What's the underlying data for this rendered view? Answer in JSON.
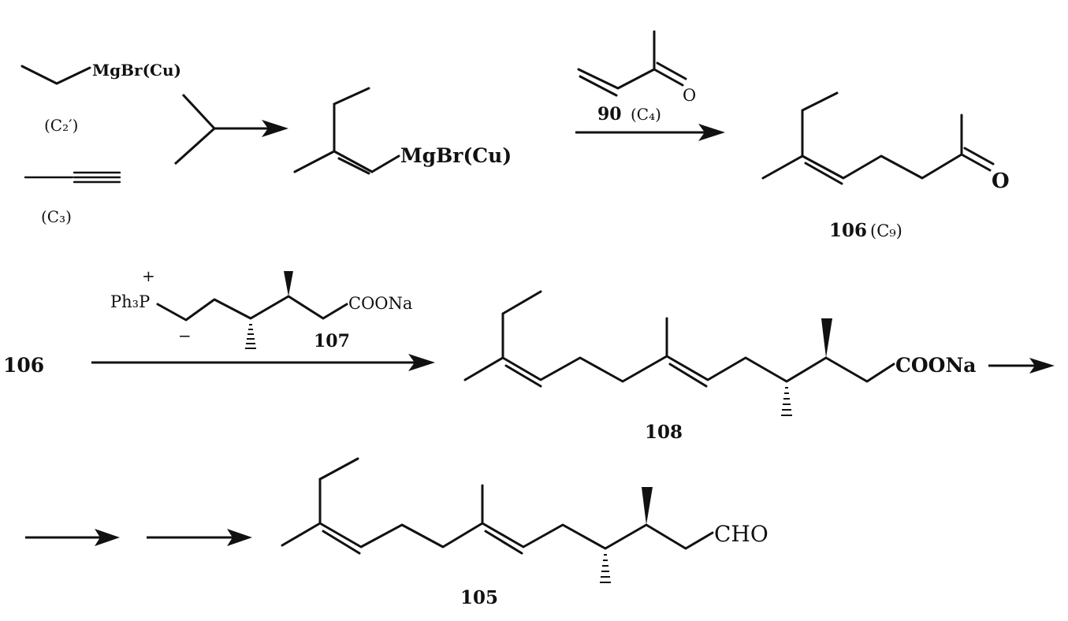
{
  "reagents": {
    "ethyl_grignard": {
      "formula": "MgBr(Cu)",
      "code": "(C₂′)"
    },
    "propyne": {
      "code": "(C₃)"
    },
    "vinyl_grignard": {
      "formula": "MgBr(Cu)"
    },
    "methyl_vinyl_ketone": {
      "oxygen": "O",
      "number": "90",
      "code": "(C₄)"
    },
    "ketone_product": {
      "oxygen": "O",
      "number": "106",
      "code": "(C₉)"
    }
  },
  "wittig_step": {
    "start": "106",
    "ylide": {
      "charge_plus": "+",
      "phosphonium": "Ph₃P",
      "charge_minus": "−",
      "acid_group": "COONa",
      "number": "107"
    },
    "product": {
      "group": "COONa",
      "number": "108"
    }
  },
  "final_step": {
    "product": {
      "group": "CHO",
      "number": "105"
    }
  }
}
